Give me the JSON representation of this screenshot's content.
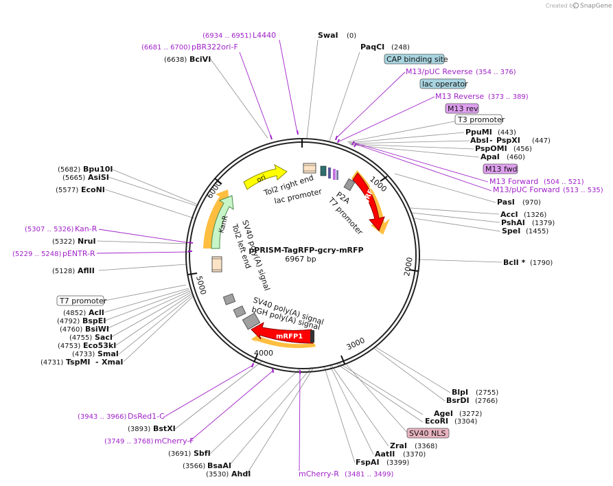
{
  "credit": {
    "prefix": "Created by",
    "brand": "SnapGene"
  },
  "plasmid": {
    "name": "pPRISM-TagRFP-gcry-mRFP",
    "size": "6967 bp"
  },
  "ticks": [
    "1000",
    "2000",
    "3000",
    "4000",
    "5000",
    "6000"
  ],
  "enzymes": [
    {
      "name": "SwaI",
      "pos": "(0)"
    },
    {
      "name": "PaqCI",
      "pos": "(248)"
    },
    {
      "name": "PpuMI",
      "pos": "(443)"
    },
    {
      "name": "AbsI",
      "pos": "(447)",
      "pair": "PspXI"
    },
    {
      "name": "PspOMI",
      "pos": "(456)"
    },
    {
      "name": "ApaI",
      "pos": "(460)"
    },
    {
      "name": "PasI",
      "pos": "(970)"
    },
    {
      "name": "AccI",
      "pos": "(1326)"
    },
    {
      "name": "PshAI",
      "pos": "(1379)"
    },
    {
      "name": "SpeI",
      "pos": "(1455)"
    },
    {
      "name": "BclI *",
      "pos": "(1790)"
    },
    {
      "name": "BlpI",
      "pos": "(2755)"
    },
    {
      "name": "BsrDI",
      "pos": "(2766)"
    },
    {
      "name": "AgeI",
      "pos": "(3272)"
    },
    {
      "name": "EcoRI",
      "pos": "(3304)"
    },
    {
      "name": "ZraI",
      "pos": "(3368)"
    },
    {
      "name": "AatII",
      "pos": "(3370)"
    },
    {
      "name": "FspAI",
      "pos": "(3399)"
    },
    {
      "name": "AhdI",
      "pos": "(3530)"
    },
    {
      "name": "BsaAI",
      "pos": "(3566)"
    },
    {
      "name": "SbfI",
      "pos": "(3691)"
    },
    {
      "name": "BstXI",
      "pos": "(3893)"
    },
    {
      "name": "XmaI",
      "pos": "(4731)",
      "pair": "TspMI"
    },
    {
      "name": "SmaI",
      "pos": "(4733)"
    },
    {
      "name": "Eco53kI",
      "pos": "(4753)"
    },
    {
      "name": "SacI",
      "pos": "(4755)"
    },
    {
      "name": "BsiWI",
      "pos": "(4760)"
    },
    {
      "name": "BspEI",
      "pos": "(4792)"
    },
    {
      "name": "AclI",
      "pos": "(4852)"
    },
    {
      "name": "AflII",
      "pos": "(5128)"
    },
    {
      "name": "NruI",
      "pos": "(5322)"
    },
    {
      "name": "EcoNI",
      "pos": "(5577)"
    },
    {
      "name": "AsiSI",
      "pos": "(5665)"
    },
    {
      "name": "Bpu10I",
      "pos": "(5682)"
    },
    {
      "name": "BciVI",
      "pos": "(6638)"
    }
  ],
  "primers": [
    {
      "name": "L4440",
      "pos": "(6934 .. 6951)"
    },
    {
      "name": "pBR322ori-F",
      "pos": "(6681 .. 6700)"
    },
    {
      "name": "M13/pUC Reverse",
      "pos": "(354 .. 376)"
    },
    {
      "name": "M13 Reverse",
      "pos": "(373 .. 389)"
    },
    {
      "name": "M13 Forward",
      "pos": "(504 .. 521)"
    },
    {
      "name": "M13/pUC Forward",
      "pos": "(513 .. 535)"
    },
    {
      "name": "Kan-R",
      "pos": "(5307 .. 5326)"
    },
    {
      "name": "pENTR-R",
      "pos": "(5229 .. 5248)"
    },
    {
      "name": "mCherry-R",
      "pos": "(3481 .. 3499)"
    },
    {
      "name": "mCherry-F",
      "pos": "(3749 .. 3768)"
    },
    {
      "name": "DsRed1-C",
      "pos": "(3943 .. 3966)"
    }
  ],
  "boxed": [
    {
      "label": "CAP binding site",
      "color": "#a8d4e0"
    },
    {
      "label": "lac operator",
      "color": "#a8d4e0"
    },
    {
      "label": "M13 rev",
      "color": "#e0a0f0"
    },
    {
      "label": "T3 promoter",
      "color": "#ffffff"
    },
    {
      "label": "M13 fwd",
      "color": "#e0a0f0"
    },
    {
      "label": "SV40 NLS",
      "color": "#e8b4c0"
    },
    {
      "label": "T7 promoter",
      "color": "#ffffff"
    }
  ],
  "features": [
    {
      "label": "TagRFP",
      "color": "#ff0000"
    },
    {
      "label": "mRFP1",
      "color": "#ff0000"
    },
    {
      "label": "KanR",
      "color": "#c8f5c8"
    },
    {
      "label": "ori",
      "color": "#ffff00"
    }
  ],
  "inner_labels": {
    "tol2_right": "Tol2 right end",
    "lac_promoter": "lac promoter",
    "p2a": "P2A",
    "t7_promoter": "T7 promoter",
    "sv40_1": "SV40 poly(A) signal",
    "tol2_left": "Tol2 left end",
    "sv40_2": "SV40 poly(A) signal",
    "bgh": "bGH poly(A) signal"
  }
}
